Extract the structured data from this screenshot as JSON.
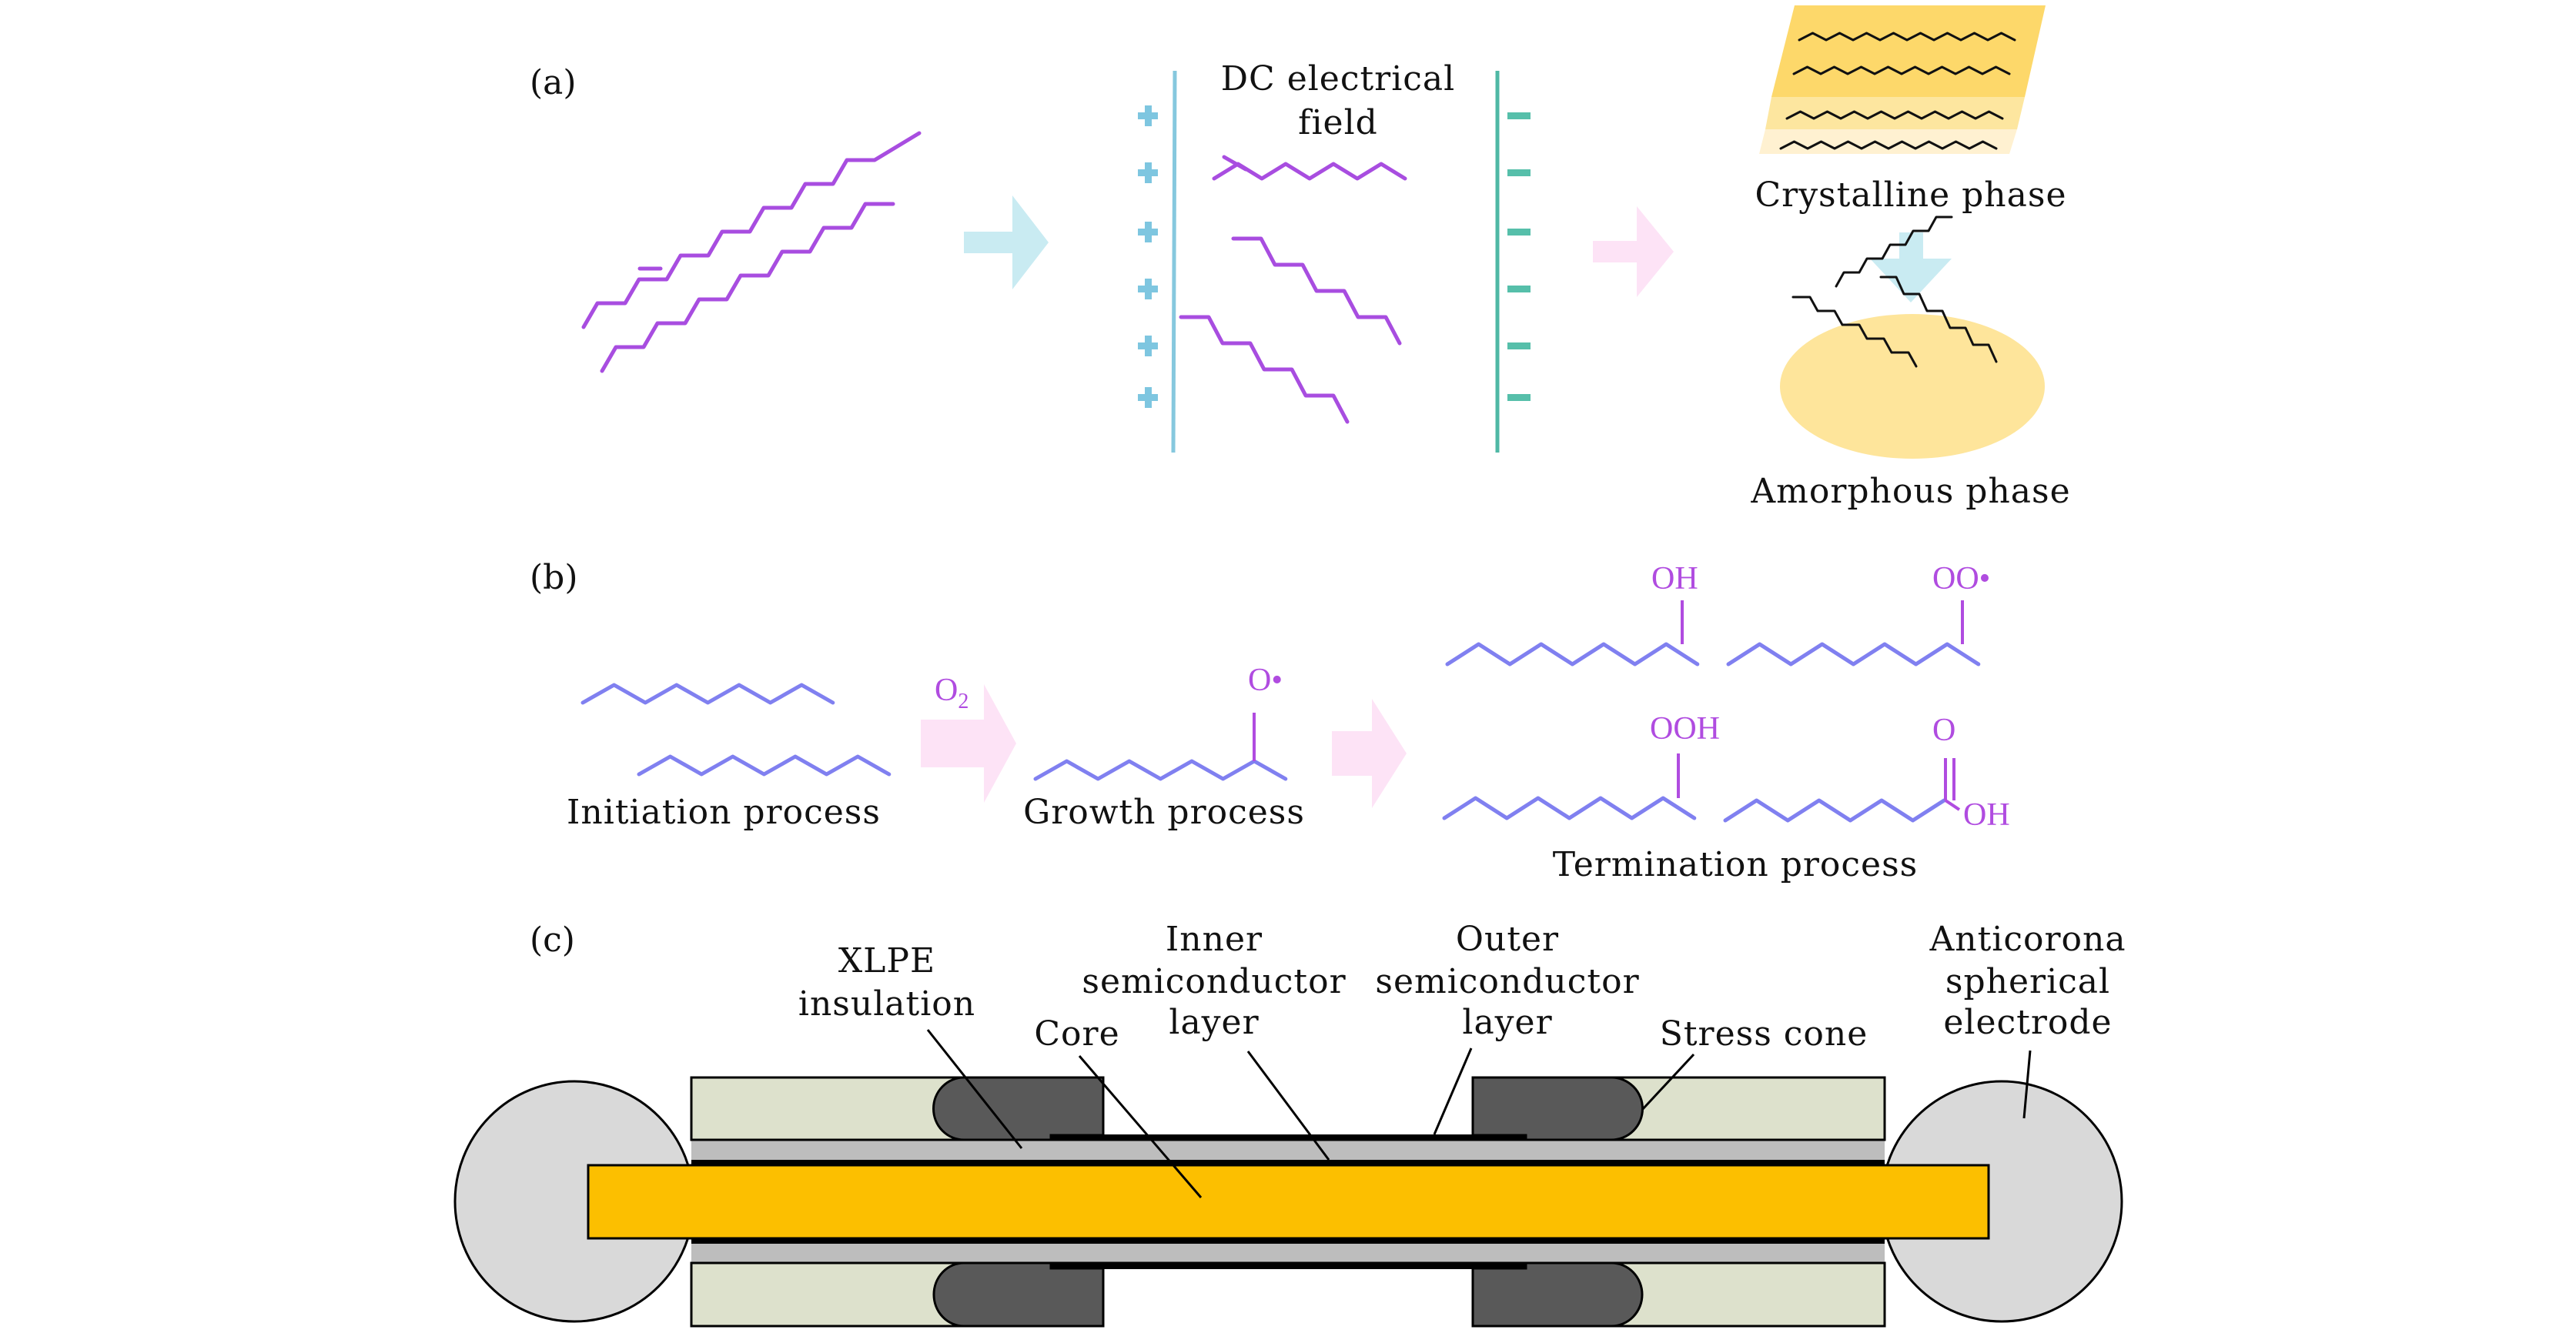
{
  "colors": {
    "chain_purple": "#a84de0",
    "chain_periwinkle": "#8080f0",
    "chem_label": "#b04ce0",
    "positive_plate": "#86c8de",
    "positive_sign": "#7ec6e0",
    "negative_plate": "#4fb8a5",
    "negative_sign": "#56bfaa",
    "arrow_cyan": "#c9ebf2",
    "arrow_pink": "#fde3f6",
    "crystal_band_1": "#fdd86a",
    "crystal_band_2": "#fde69f",
    "crystal_band_3": "#fff1d1",
    "amorphous_fill": "#fee59b",
    "core": "#fcbf00",
    "insulation": "#bdbdbd",
    "semiconductor": "#000000",
    "stress_cone": "#595959",
    "outer_block": "#dde1cc",
    "sphere": "#d9d9d9"
  },
  "panel_a": {
    "label": "(a)",
    "field_title_line1": "DC electrical",
    "field_title_line2": "field",
    "positive_sign_count": 6,
    "negative_sign_count": 6,
    "positive_symbol": "+",
    "negative_symbol": "−",
    "crystalline_label": "Crystalline phase",
    "amorphous_label": "Amorphous phase"
  },
  "panel_b": {
    "label": "(b)",
    "reagent": "O",
    "reagent_subscript": "2",
    "radical_label": "O•",
    "initiation_label": "Initiation process",
    "growth_label": "Growth process",
    "termination_label": "Termination process",
    "products": {
      "alcohol": "OH",
      "peroxy_radical": "OO•",
      "hydroperoxide": "OOH",
      "acid_carbonyl_o": "O",
      "acid_oh": "OH"
    }
  },
  "panel_c": {
    "label": "(c)",
    "labels": {
      "xlpe_line1": "XLPE",
      "xlpe_line2": "insulation",
      "core": "Core",
      "inner_line1": "Inner",
      "inner_line2": "semiconductor",
      "inner_line3": "layer",
      "outer_line1": "Outer",
      "outer_line2": "semiconductor",
      "outer_line3": "layer",
      "stress_cone": "Stress cone",
      "anticorona_line1": "Anticorona",
      "anticorona_line2": "spherical",
      "anticorona_line3": "electrode"
    }
  }
}
